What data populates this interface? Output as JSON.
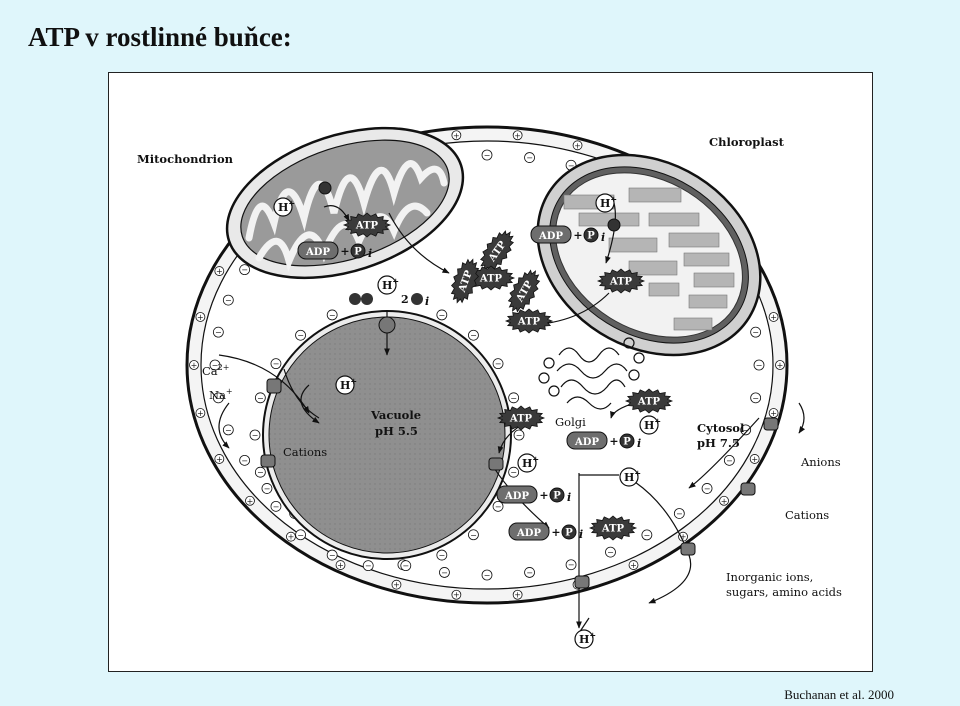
{
  "title": "ATP v rostlinné buňce:",
  "citation": "Buchanan et al. 2000",
  "diagram": {
    "labels": {
      "mitochondrion": "Mitochondrion",
      "chloroplast": "Chloroplast",
      "vacuole": "Vacuole",
      "vacuole_ph": "pH 5.5",
      "golgi": "Golgi",
      "cytosol": "Cytosol",
      "cytosol_ph": "pH 7.5",
      "anions": "Anions",
      "cations": "Cations",
      "cations_vacuole": "Cations",
      "inorganic_1": "Inorganic ions,",
      "inorganic_2": "sugars, amino acids",
      "ca": "Ca",
      "ca_sup": "2+",
      "na": "Na",
      "na_sup": "+"
    },
    "tokens": {
      "atp": "ATP",
      "adp": "ADP",
      "plus": "+",
      "h": "H",
      "h_sup": "+",
      "pi": "P",
      "pi_sub": "i",
      "two": "2",
      "cation_sign": "+",
      "anion_sign": "−"
    }
  }
}
